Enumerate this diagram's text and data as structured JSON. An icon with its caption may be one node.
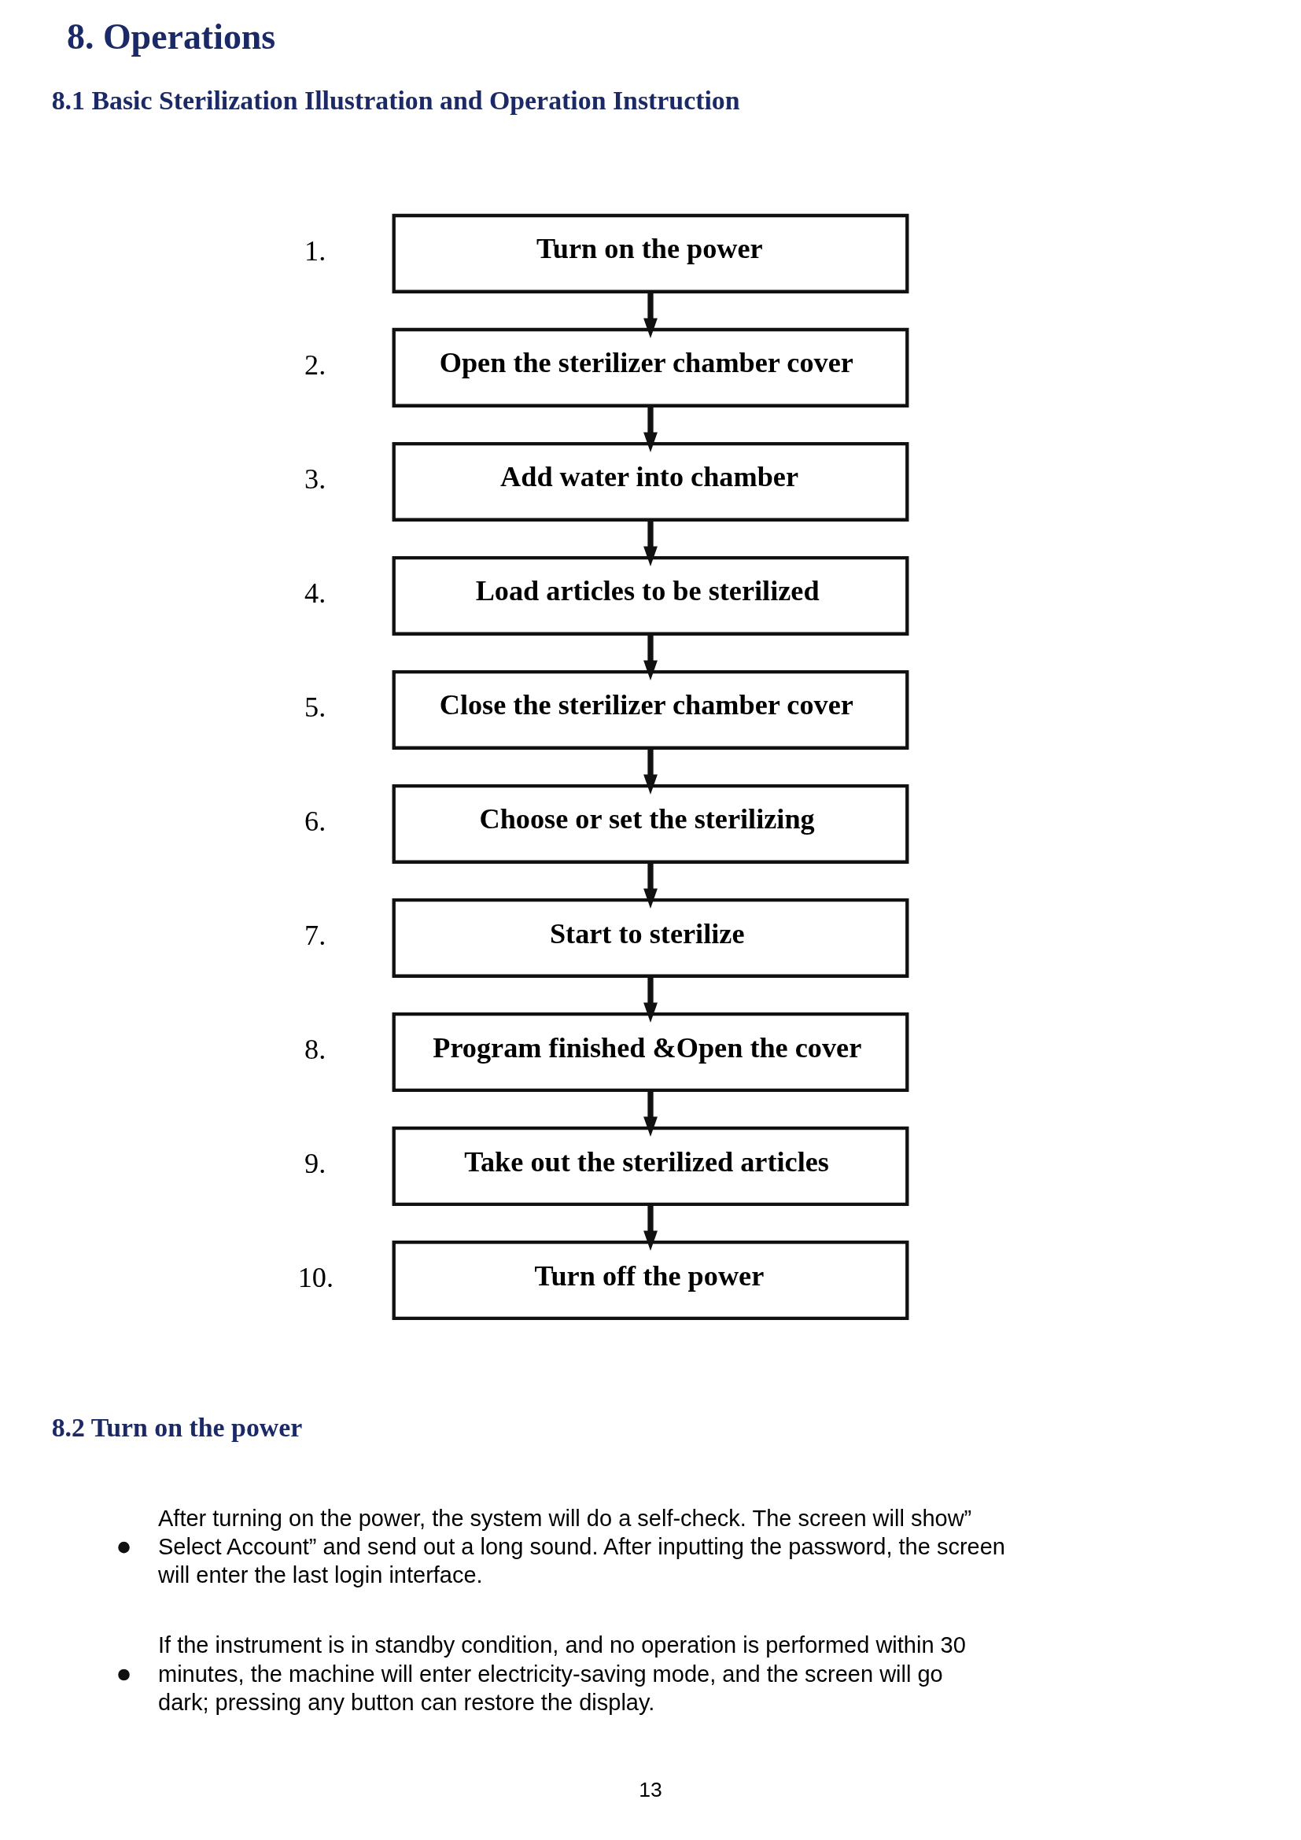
{
  "diagram": {
    "title": "8. Operations",
    "nodes": [
      {
        "text": [
          "Turn on the power"
        ],
        "beside": [
          "1."
        ]
      },
      {
        "text": [
          "Open the sterilizer chamber cover"
        ],
        "beside": [
          "2."
        ]
      },
      {
        "text": [
          "Add water into chamber"
        ],
        "beside": [
          "3."
        ]
      },
      {
        "text": [
          "Load articles to be sterilized"
        ],
        "beside": [
          "4."
        ]
      },
      {
        "text": [
          "Close the sterilizer chamber cover"
        ],
        "beside": [
          "5."
        ]
      },
      {
        "text": [
          "Choose or set the sterilizing"
        ],
        "beside": [
          "6."
        ]
      },
      {
        "text": [
          "Start to sterilize"
        ],
        "beside": [
          "7."
        ]
      },
      {
        "text": [
          "Program finished &Open the cover"
        ],
        "beside": [
          "8."
        ]
      },
      {
        "text": [
          "Take out the sterilized articles"
        ],
        "beside": [
          "9."
        ]
      },
      {
        "text": [
          "Turn off the power"
        ],
        "beside": [
          "10."
        ]
      }
    ],
    "edges": [
      {
        "from": 0,
        "to": 1,
        "arrow": "to"
      },
      {
        "from": 1,
        "to": 2,
        "arrow": "to"
      },
      {
        "from": 2,
        "to": 3,
        "arrow": "to"
      },
      {
        "from": 3,
        "to": 4,
        "arrow": "to"
      },
      {
        "from": 4,
        "to": 5,
        "arrow": "to"
      },
      {
        "from": 5,
        "to": 6,
        "arrow": "to"
      },
      {
        "from": 6,
        "to": 7,
        "arrow": "to"
      },
      {
        "from": 7,
        "to": 8,
        "arrow": "to"
      },
      {
        "from": 8,
        "to": 9,
        "arrow": "to"
      }
    ],
    "labels": [
      "8.1 Basic Sterilization Illustration and Operation Instruction",
      "8.2 Turn on the power",
      "After turning on the power, the system will do a self-check. The screen will show” Select Account” and send out a long sound. After inputting the password, the screen will enter the last login interface.",
      "If the instrument is in standby condition, and no operation is performed within 30 minutes, the machine will enter electricity-saving mode, and the screen will go dark; pressing any button can restore the display.",
      "13"
    ]
  }
}
